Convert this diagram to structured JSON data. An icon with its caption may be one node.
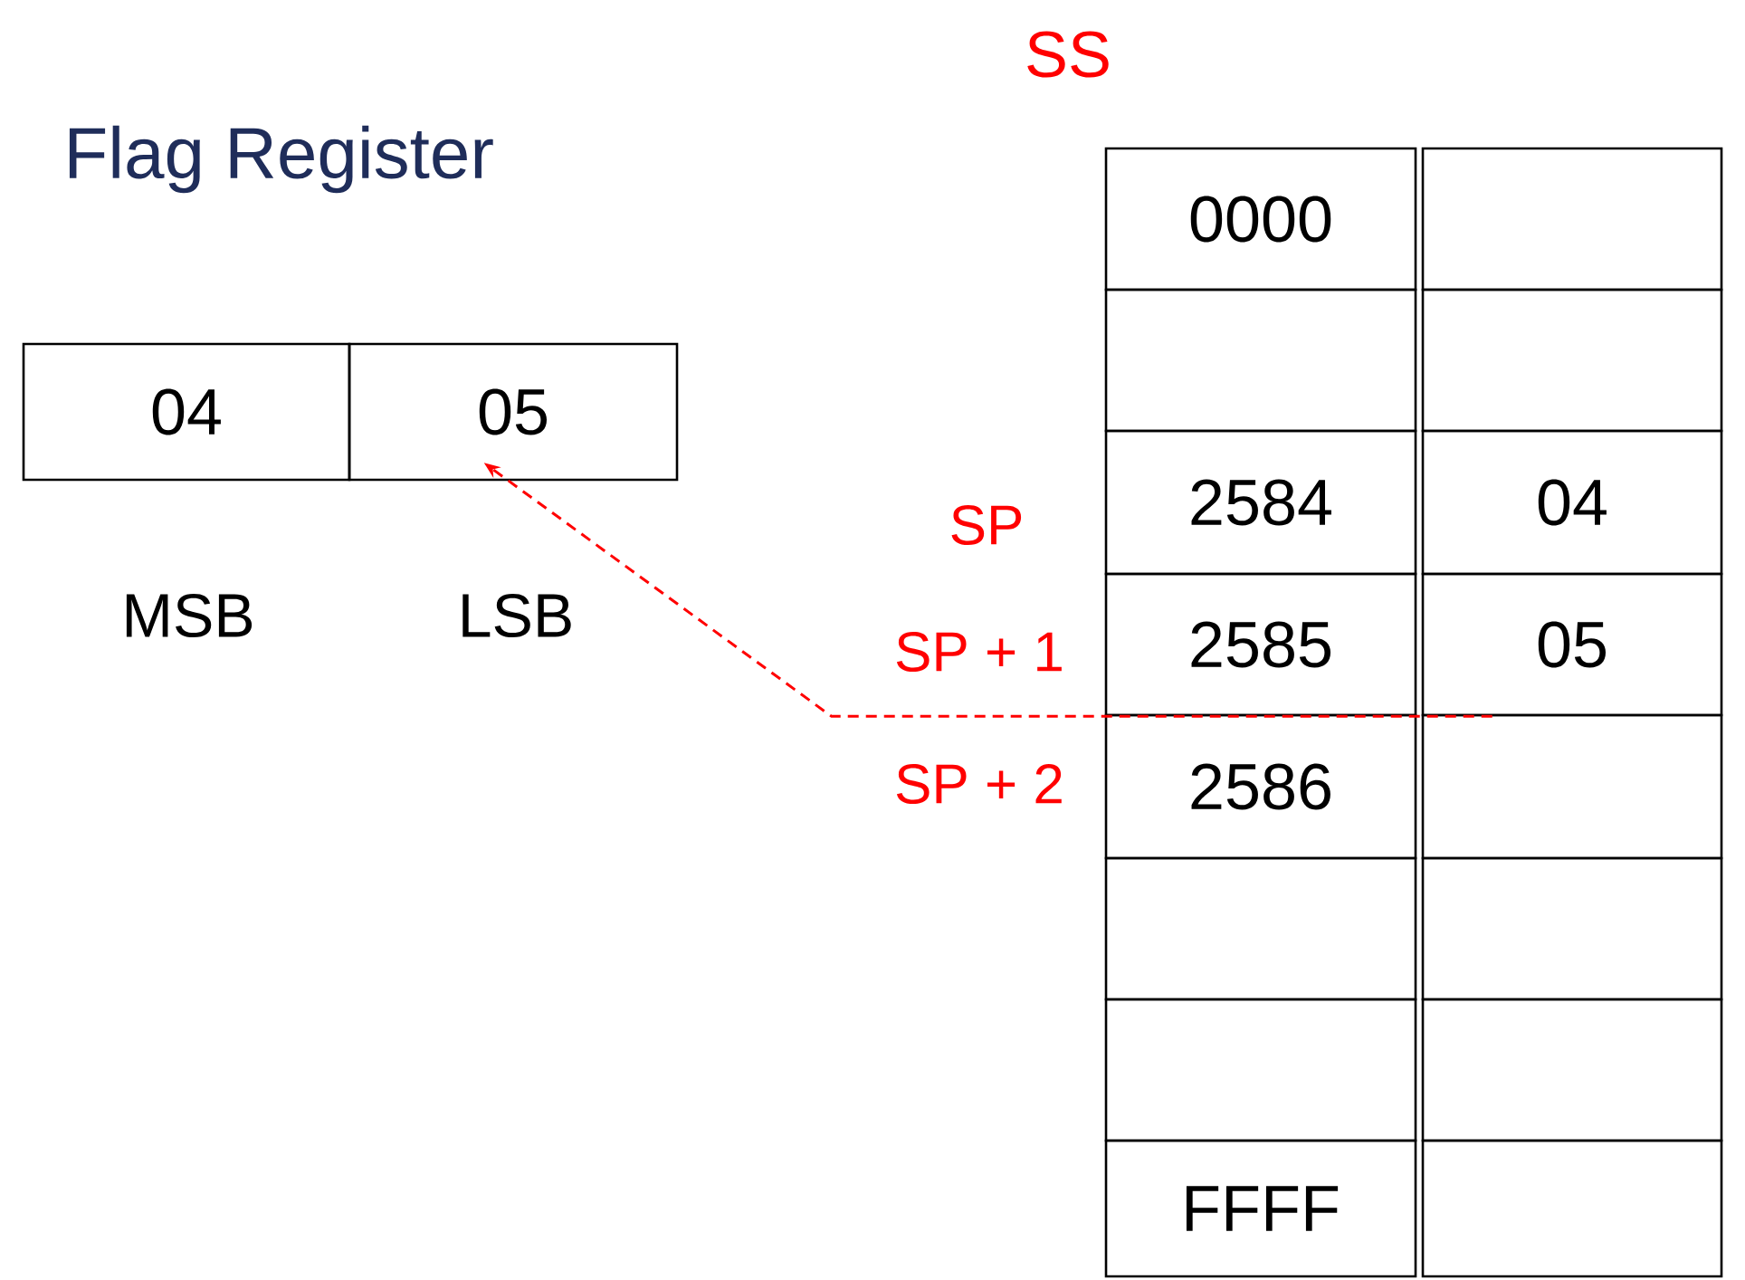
{
  "diagram": {
    "title": "Flag Register",
    "nodes": [
      {
        "text": [
          "04"
        ],
        "beside": [
          "MSB"
        ]
      },
      {
        "text": [
          "05"
        ],
        "beside": [
          "LSB"
        ]
      },
      {
        "text": [
          "0000"
        ]
      },
      {
        "text": [],
        "shape": "box"
      },
      {
        "text": [],
        "shape": "box"
      },
      {
        "text": [],
        "shape": "box"
      },
      {
        "text": [
          "2584"
        ],
        "beside": [
          "SP"
        ]
      },
      {
        "text": [
          "04"
        ]
      },
      {
        "text": [
          "2585"
        ],
        "beside": [
          "SP + 1"
        ]
      },
      {
        "text": [
          "05"
        ]
      },
      {
        "text": [
          "2586"
        ],
        "beside": [
          "SP + 2"
        ]
      },
      {
        "text": [],
        "shape": "box"
      },
      {
        "text": [],
        "shape": "box"
      },
      {
        "text": [],
        "shape": "box"
      },
      {
        "text": [],
        "shape": "box"
      },
      {
        "text": [],
        "shape": "box"
      },
      {
        "text": [
          "FFFF"
        ]
      },
      {
        "text": [],
        "shape": "box"
      }
    ],
    "edges": [
      {
        "from": 9,
        "to": 1,
        "arrow": "to",
        "style": "dashed",
        "color": "#ff0000"
      }
    ],
    "labels": [
      "SS"
    ]
  }
}
